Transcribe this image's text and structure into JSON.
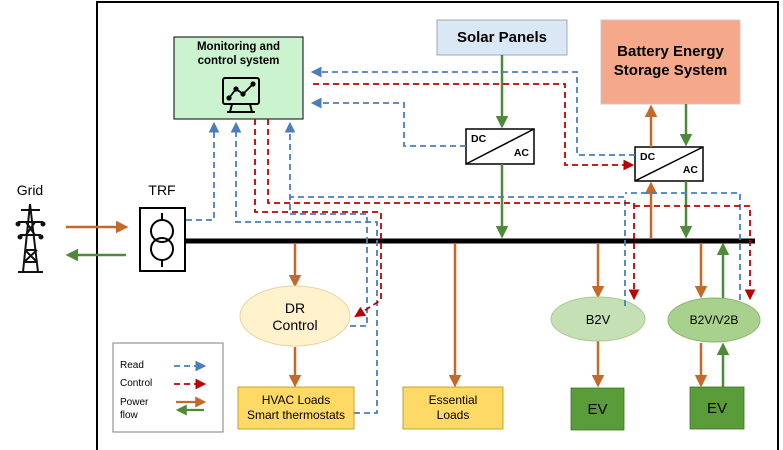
{
  "grid": {
    "label": "Grid"
  },
  "transformer": {
    "label": "TRF"
  },
  "monitoring": {
    "title": "Monitoring and control system"
  },
  "solar": {
    "label": "Solar Panels"
  },
  "battery": {
    "label": "Battery Energy Storage System"
  },
  "converter_solar": {
    "dc": "DC",
    "ac": "AC"
  },
  "converter_battery": {
    "dc": "DC",
    "ac": "AC"
  },
  "dr_control": {
    "label": "DR Control"
  },
  "hvac": {
    "line1": "HVAC Loads",
    "line2": "Smart thermostats"
  },
  "essential": {
    "line1": "Essential",
    "line2": "Loads"
  },
  "b2v": {
    "label": "B2V"
  },
  "b2v_v2b": {
    "label": "B2V/V2B"
  },
  "ev1": {
    "label": "EV"
  },
  "ev2": {
    "label": "EV"
  },
  "legend": {
    "read": "Read",
    "control": "Control",
    "power_line1": "Power",
    "power_line2": "flow"
  },
  "colors": {
    "read": "#4a7ebb",
    "control": "#c00000",
    "power_orange": "#c5692a",
    "power_green": "#4e8a3a"
  }
}
